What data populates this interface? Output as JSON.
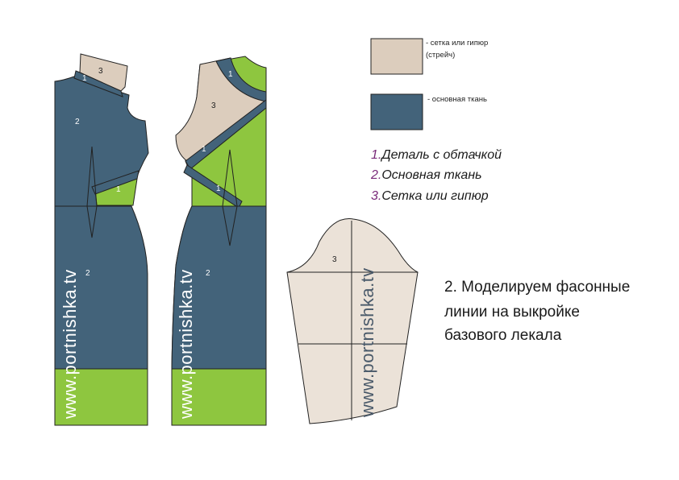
{
  "colors": {
    "mesh": "#dccdbd",
    "main": "#43637a",
    "lining": "#8ec63f",
    "sleeve": "#ebe2d8",
    "outline": "#222222",
    "step_number": "#7a2a7a"
  },
  "legend": [
    {
      "swatch": "mesh",
      "line1": "- сетка или гипюр",
      "line2": "(стрейч)"
    },
    {
      "swatch": "main",
      "line1": "- основная ткань",
      "line2": ""
    }
  ],
  "steps": [
    {
      "num": "1.",
      "text": "Деталь с обтачкой"
    },
    {
      "num": "2.",
      "text": "Основная ткань"
    },
    {
      "num": "3.",
      "text": "Сетка или гипюр"
    }
  ],
  "caption": {
    "line1": "2. Моделируем фасонные",
    "line2": "линии на выкройке",
    "line3": "базового лекала"
  },
  "watermark": "www.portnishka.tv",
  "front": {
    "label_3": "3",
    "label_1_top": "1",
    "label_2_top": "2",
    "label_1_mid": "1",
    "label_2_skirt": "2"
  },
  "back": {
    "label_1_top": "1",
    "label_3": "3",
    "label_1_mid": "1",
    "label_1_low": "1",
    "label_2_skirt": "2"
  },
  "sleeve": {
    "label_3": "3"
  }
}
